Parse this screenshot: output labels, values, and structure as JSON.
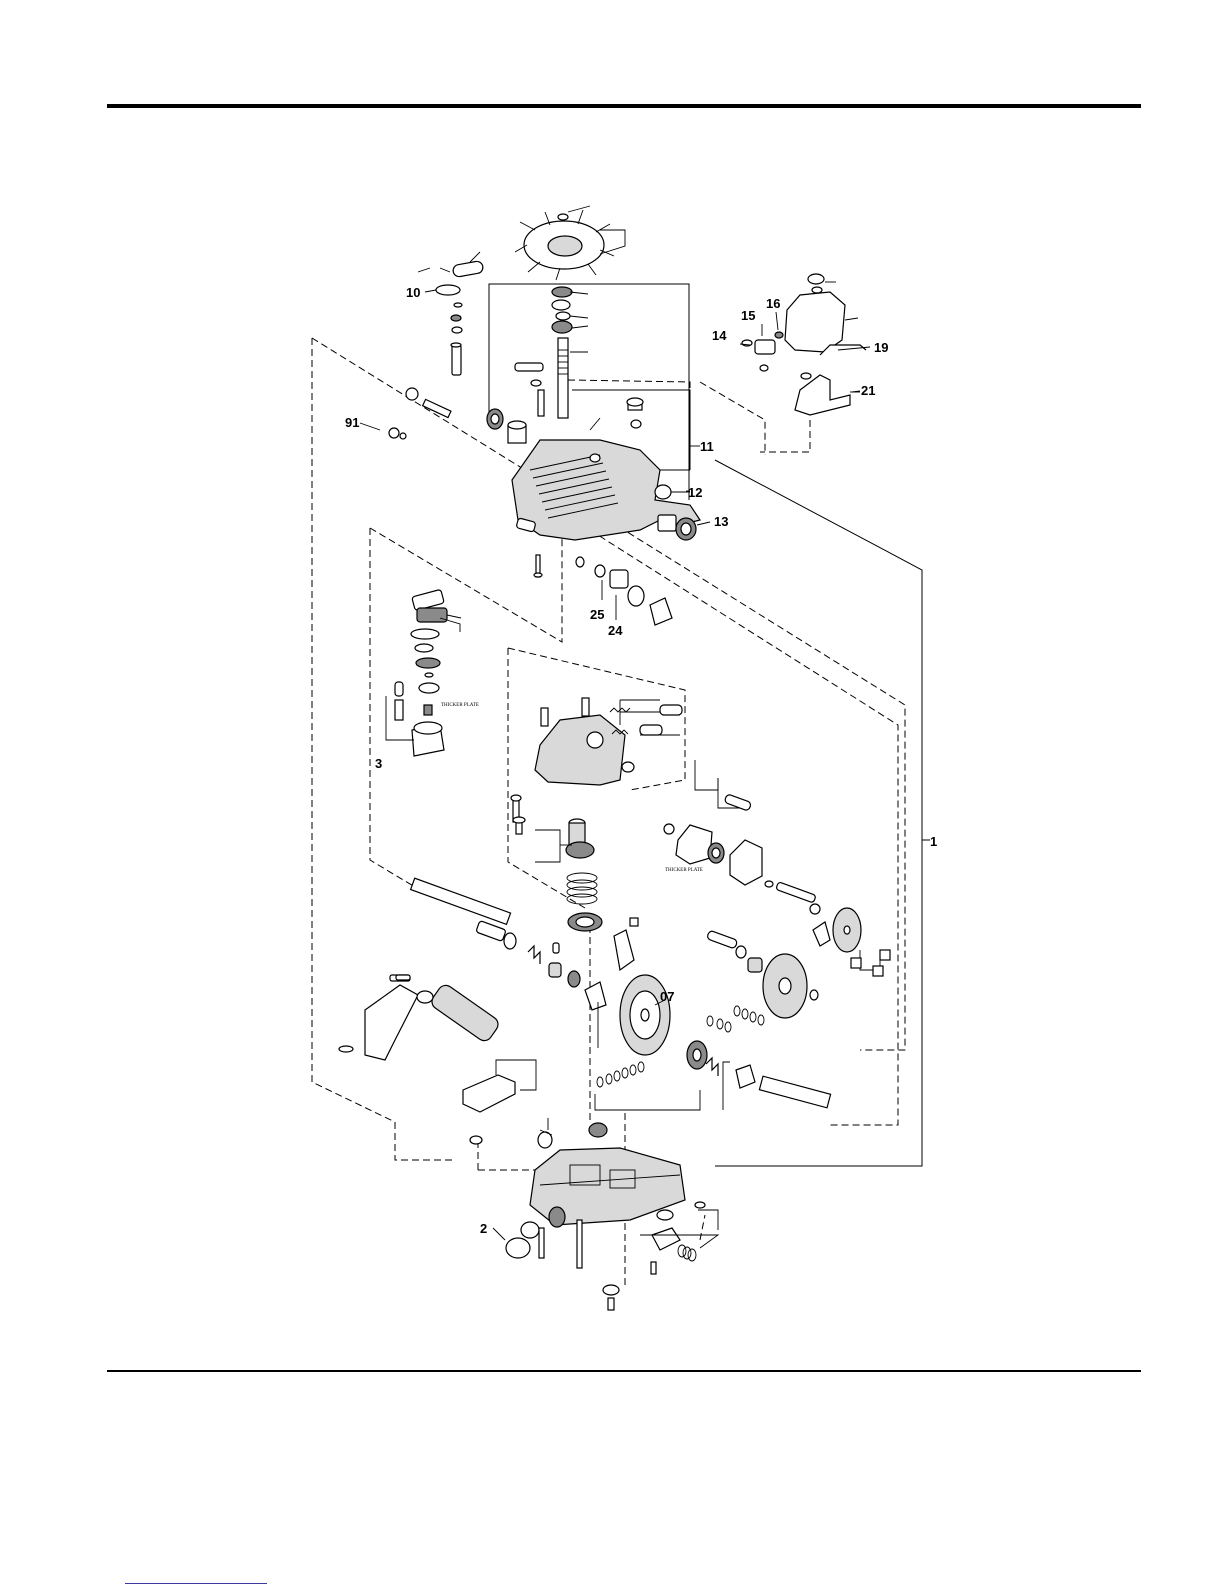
{
  "callouts": {
    "c1": "1",
    "c2": "2",
    "c3": "3",
    "c07": "07",
    "c10": "10",
    "c11": "11",
    "c12": "12",
    "c13": "13",
    "c14": "14",
    "c15": "15",
    "c16": "16",
    "c19": "19",
    "c21": "21",
    "c24": "24",
    "c25": "25",
    "c91": "91"
  },
  "small_text": {
    "thicker_plate_left": "THICKER PLATE",
    "thicker_plate_right": "THICKER PLATE"
  }
}
